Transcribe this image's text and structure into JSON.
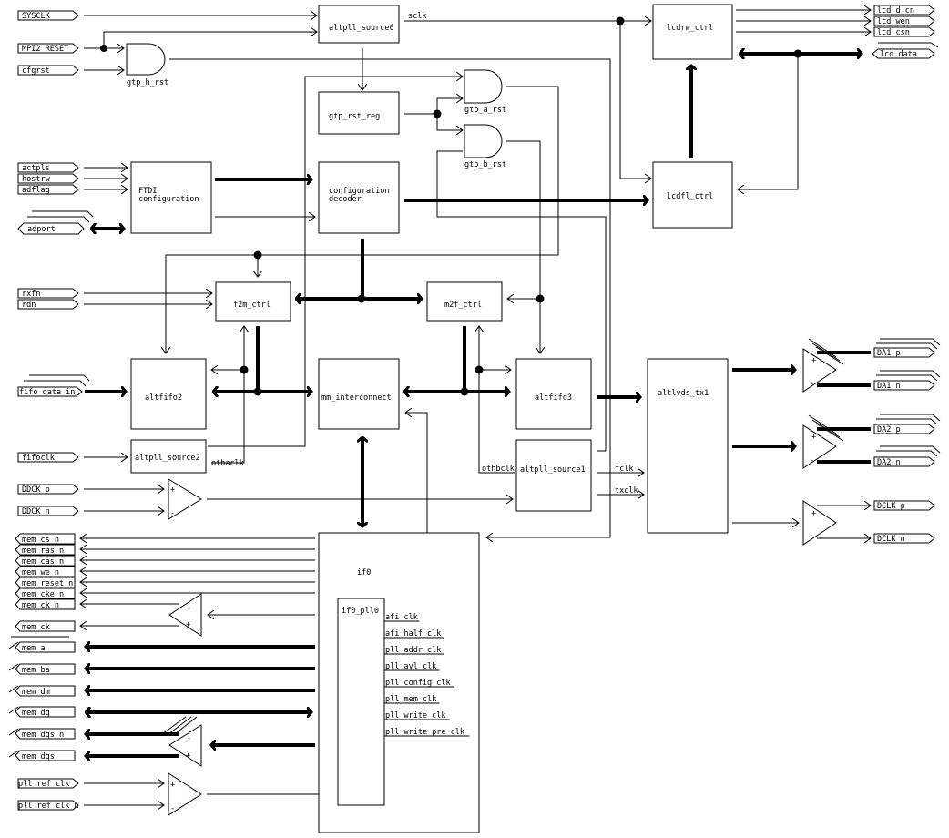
{
  "diagram": {
    "title": "",
    "colors": {
      "line": "#000000",
      "background": "#ffffff"
    },
    "input_pins": {
      "sysclk": "SYSCLK",
      "mpi2_reset": "MPI2 RESET",
      "cfgrst": "cfgrst",
      "actpls": "actpls",
      "hostrw": "hostrw",
      "adflag": "adflag",
      "adport": "adport",
      "rxfn": "rxfn",
      "rdn": "rdn",
      "fifo_data_in": "fifo data in",
      "fifoclk": "fifoclk",
      "ddck_p": "DDCK p",
      "ddck_n": "DDCK n",
      "pll_ref_clk": "pll ref clk",
      "pll_ref_clk_n": "pll ref clk n"
    },
    "output_pins": {
      "lcd_d_cn": "lcd d cn",
      "lcd_wen": "lcd wen",
      "lcd_csn": "lcd csn",
      "lcd_data": "lcd data",
      "da1_p": "DA1 p",
      "da1_n": "DA1 n",
      "da2_p": "DA2 p",
      "da2_n": "DA2 n",
      "dclk_p": "DCLK p",
      "dclk_n": "DCLK n",
      "mem_cs_n": "mem cs n",
      "mem_ras_n": "mem ras n",
      "mem_cas_n": "mem cas n",
      "mem_we_n": "mem we n",
      "mem_reset_n": "mem reset n",
      "mem_cke_n": "mem cke n",
      "mem_ck_n": "mem ck n",
      "mem_ck": "mem ck",
      "mem_a": "mem a",
      "mem_ba": "mem ba",
      "mem_dm": "mem dm",
      "mem_dq": "mem dq",
      "mem_dqs_n": "mem dqs n",
      "mem_dqs": "mem dqs"
    },
    "blocks": {
      "altpll_source0": "altpll_source0",
      "gtp_rst_reg": "gtp_rst_reg",
      "ftdi_line1": "FTDI",
      "ftdi_line2": "configuration",
      "config_dec_line1": "configuration",
      "config_dec_line2": "decoder",
      "lcdrw_ctrl": "lcdrw_ctrl",
      "lcdfl_ctrl": "lcdfl_ctrl",
      "f2m_ctrl": "f2m_ctrl",
      "m2f_ctrl": "m2f_ctrl",
      "altfifo2": "altfifo2",
      "altfifo3": "altfifo3",
      "mm_interconnect": "mm_interconnect",
      "altpll_source2": "altpll_source2",
      "altpll_source1": "altpll_source1",
      "altlvds_tx1": "altlvds_tx1",
      "if0": "if0",
      "if0_pll0": "if0_pll0"
    },
    "gates": {
      "gtp_h_rst": "gtp_h_rst",
      "gtp_a_rst": "gtp_a_rst",
      "gtp_b_rst": "gtp_b_rst"
    },
    "net_labels": {
      "sclk": "sclk",
      "othaclk": "othaclk",
      "othbclk": "othbclk",
      "fclk": "fclk",
      "txclk": "txclk"
    },
    "pll_outputs": [
      "afi clk",
      "afi half clk",
      "pll addr clk",
      "pll avl clk",
      "pll config_clk",
      "pll_mem_clk",
      "pll write clk",
      "pll write pre_clk"
    ],
    "buffer_signs": {
      "plus": "+",
      "minus": "-"
    }
  }
}
